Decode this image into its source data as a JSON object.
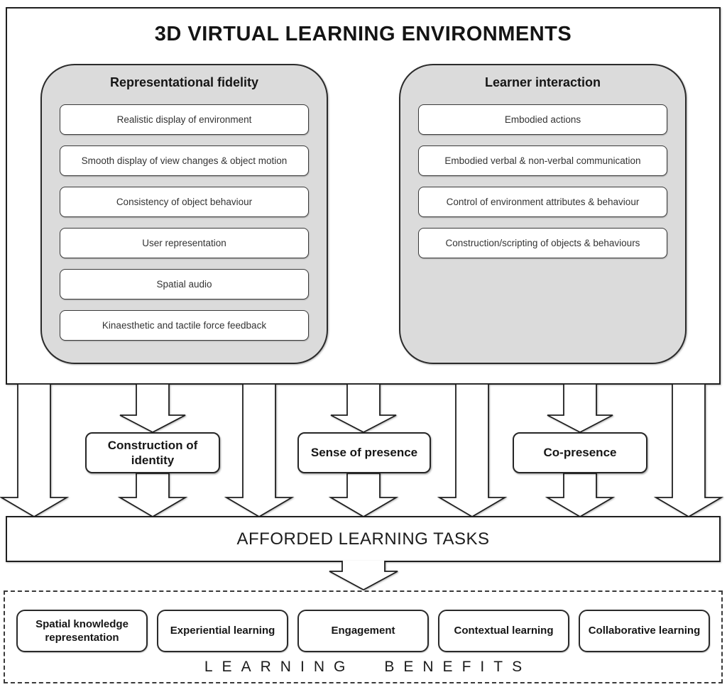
{
  "diagram": {
    "title": "3D VIRTUAL LEARNING ENVIRONMENTS",
    "panels": [
      {
        "title": "Representational fidelity",
        "items": [
          "Realistic display of environment",
          "Smooth display of view changes & object motion",
          "Consistency of object behaviour",
          "User representation",
          "Spatial audio",
          "Kinaesthetic and tactile force feedback"
        ]
      },
      {
        "title": "Learner interaction",
        "items": [
          "Embodied actions",
          "Embodied verbal & non-verbal communication",
          "Control of environment attributes & behaviour",
          "Construction/scripting of objects & behaviours"
        ]
      }
    ],
    "mediators": [
      "Construction of identity",
      "Sense of presence",
      "Co-presence"
    ],
    "afforded_tasks_label": "AFFORDED LEARNING TASKS",
    "benefits": {
      "boxes": [
        "Spatial knowledge representation",
        "Experiential learning",
        "Engagement",
        "Contextual learning",
        "Collaborative learning"
      ],
      "caption": "LEARNING BENEFITS"
    },
    "colors": {
      "panel_fill": "#dbdbdb",
      "line": "#1f1f1f",
      "background": "#ffffff",
      "box_fill": "#ffffff"
    }
  }
}
